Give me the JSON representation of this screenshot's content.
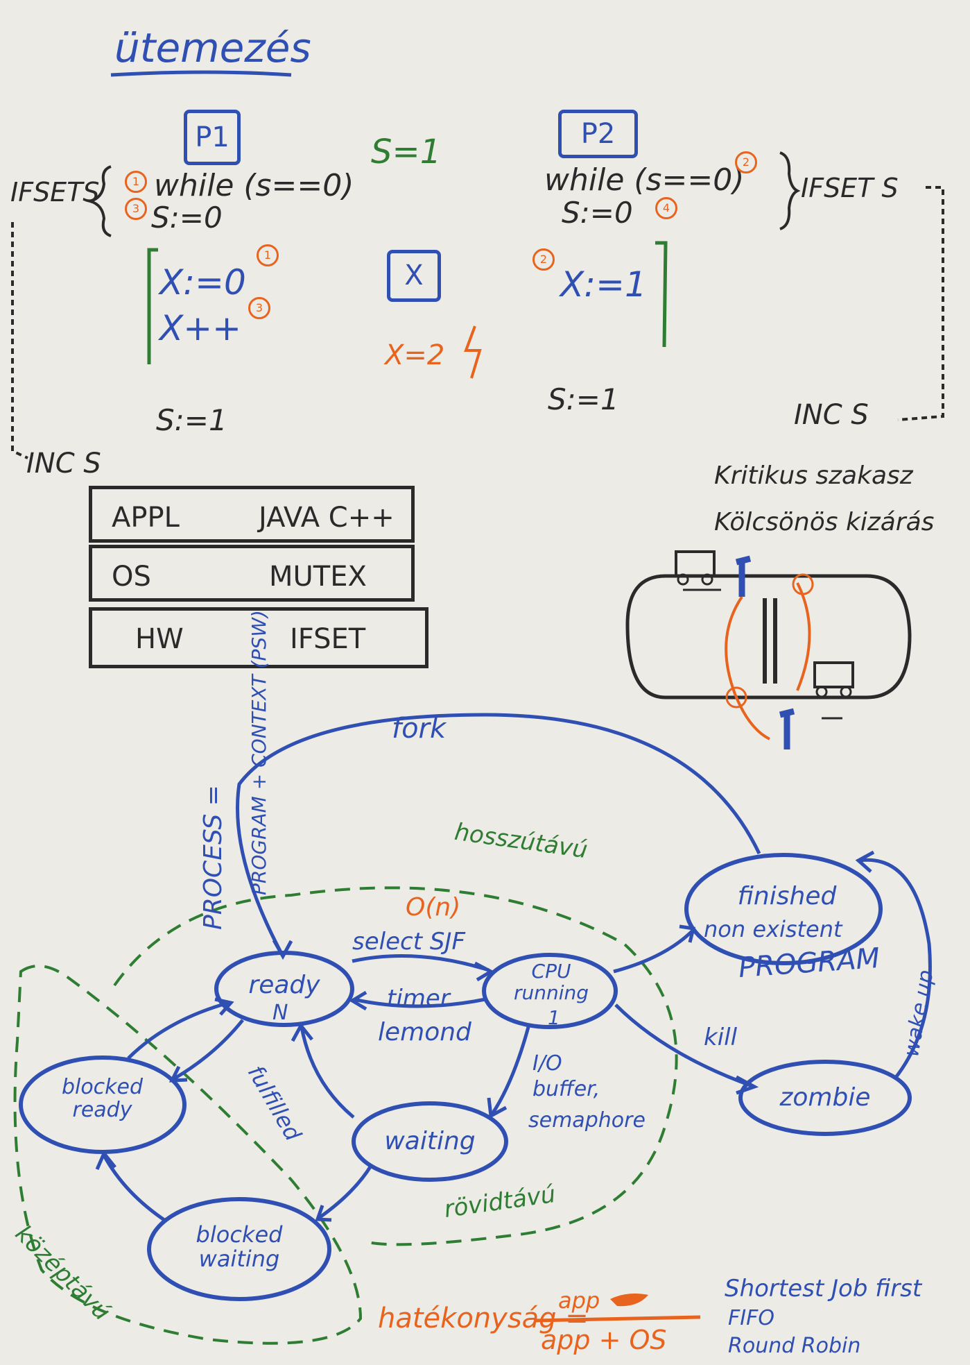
{
  "title": "ütemezés",
  "top": {
    "p1": "P1",
    "p2": "P2",
    "s_init": "S=1",
    "ifsets_left": "IFSETS",
    "p1_while": "while (s==0)",
    "p1_assign": "S:=0",
    "p1_x0": "X:=0",
    "p1_xpp": "X++",
    "p1_s1": "S:=1",
    "p2_while": "while (s==0)",
    "p2_assign": "S:=0",
    "p2_x1": "X:=1",
    "p2_s1": "S:=1",
    "ifset_right": "IFSET S",
    "inc_right": "INC S",
    "inc_left": "INC S",
    "x_box": "X",
    "x_eq": "X=2",
    "marks": {
      "m1": "1",
      "m3": "3",
      "m1b": "1",
      "m3b": "3",
      "m2": "2",
      "m4": "4",
      "m2b": "2"
    }
  },
  "layers": [
    {
      "left": "APPL",
      "right": "JAVA C++"
    },
    {
      "left": "OS",
      "right": "MUTEX"
    },
    {
      "left": "HW",
      "right": "IFSET"
    }
  ],
  "critical": {
    "line1": "Kritikus szakasz",
    "line2": "Kölcsönös kizárás"
  },
  "states": {
    "fork": "fork",
    "process_label": "PROCESS =",
    "program_context": "PROGRAM + CONTEXT (PSW)",
    "long_term": "hosszútávú",
    "on": "O(n)",
    "select": "select SJF",
    "timer": "timer",
    "lemond": "lemond",
    "ready": "ready",
    "ready_n": "N",
    "cpu": "CPU",
    "running": "running",
    "running_1": "1",
    "finished": "finished",
    "non_existent": "non existent",
    "program": "PROGRAM",
    "kill": "kill",
    "zombie": "zombie",
    "wakeup": "wake up",
    "io": "I/O",
    "buffer": "buffer,",
    "semaphore": "semaphore",
    "waiting": "waiting",
    "fulfilled": "fulfilled",
    "blocked_ready": "blocked ready",
    "blocked_waiting": "blocked waiting",
    "short_term": "rövidtávú",
    "mid_term": "középtávú"
  },
  "footer": {
    "efficiency": "hatékonyság =",
    "numerator": "app",
    "denominator": "app + OS",
    "algos": [
      "Shortest Job first",
      "FIFO",
      "Round Robin"
    ]
  },
  "colors": {
    "blue": "#2f4fb3",
    "green": "#2e7d32",
    "orange": "#e8641e",
    "black": "#2a2a2a",
    "paper": "#ecebe6"
  }
}
